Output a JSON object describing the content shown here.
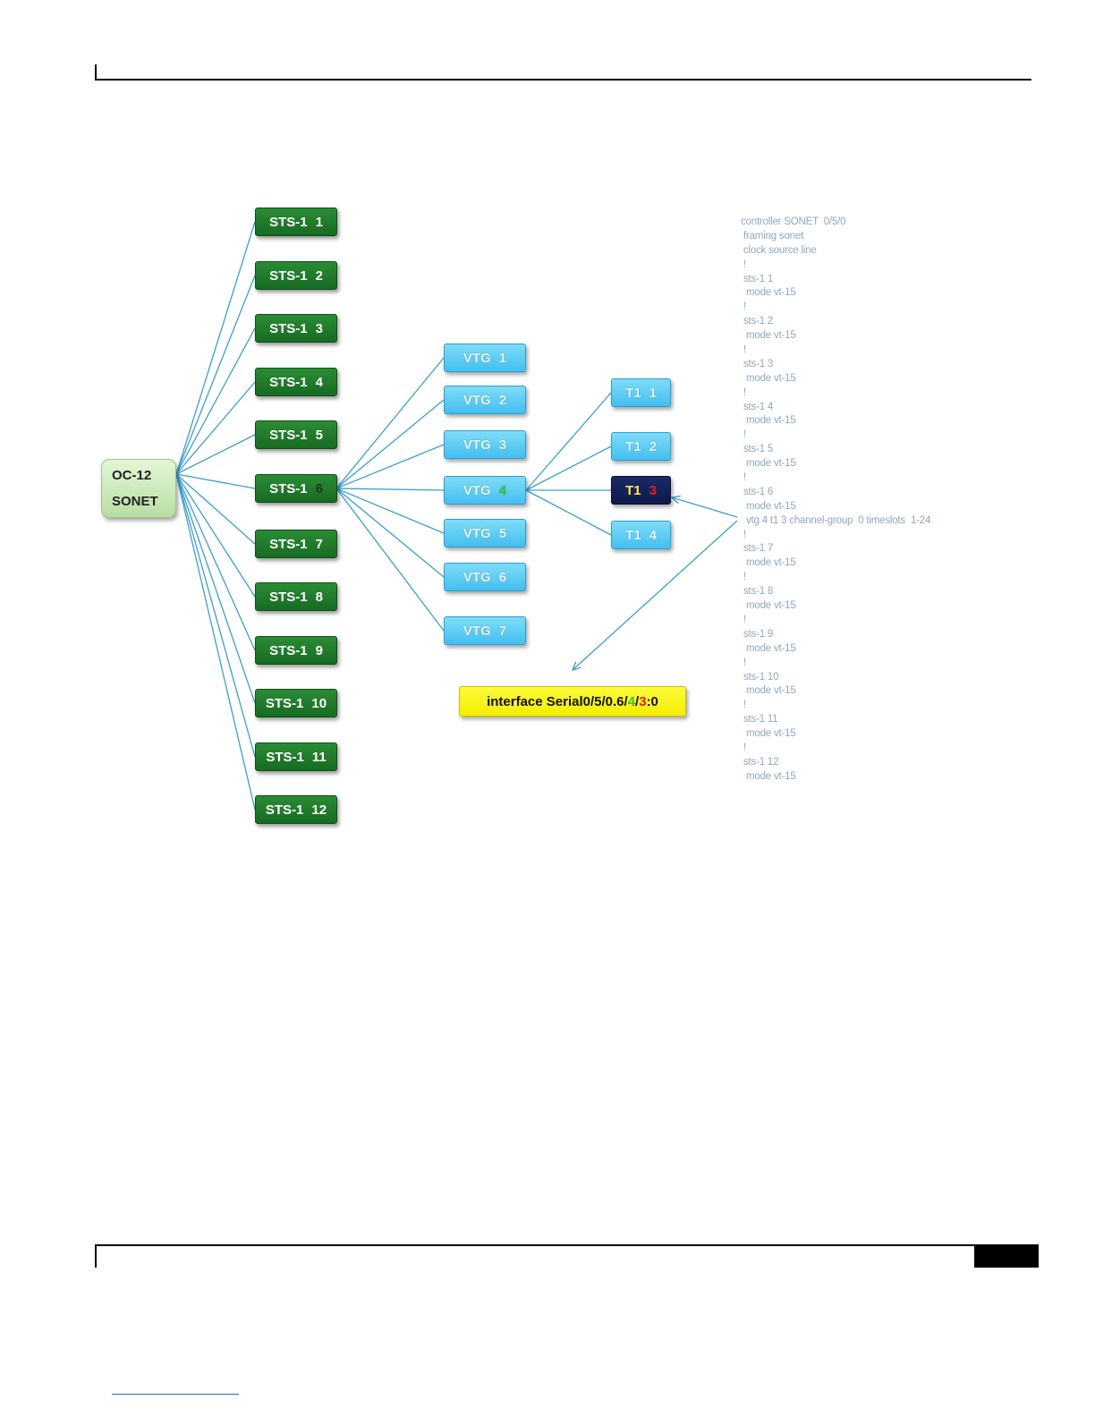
{
  "diagram": {
    "root": {
      "line1": "OC-12",
      "line2": "SONET"
    },
    "sts": [
      {
        "label": "STS-1",
        "num": "1"
      },
      {
        "label": "STS-1",
        "num": "2"
      },
      {
        "label": "STS-1",
        "num": "3"
      },
      {
        "label": "STS-1",
        "num": "4"
      },
      {
        "label": "STS-1",
        "num": "5"
      },
      {
        "label": "STS-1",
        "num": "6"
      },
      {
        "label": "STS-1",
        "num": "7"
      },
      {
        "label": "STS-1",
        "num": "8"
      },
      {
        "label": "STS-1",
        "num": "9"
      },
      {
        "label": "STS-1",
        "num": "10"
      },
      {
        "label": "STS-1",
        "num": "11"
      },
      {
        "label": "STS-1",
        "num": "12"
      }
    ],
    "vtg": [
      {
        "label": "VTG",
        "num": "1"
      },
      {
        "label": "VTG",
        "num": "2"
      },
      {
        "label": "VTG",
        "num": "3"
      },
      {
        "label": "VTG",
        "num": "4"
      },
      {
        "label": "VTG",
        "num": "5"
      },
      {
        "label": "VTG",
        "num": "6"
      },
      {
        "label": "VTG",
        "num": "7"
      }
    ],
    "t1": [
      {
        "label": "T1",
        "num": "1"
      },
      {
        "label": "T1",
        "num": "2"
      },
      {
        "label": "T1",
        "num": "3"
      },
      {
        "label": "T1",
        "num": "4"
      }
    ],
    "interface": {
      "prefix": "interface Serial0/5/0.6/",
      "vtg_part": "4",
      "sep": "/",
      "t1_part": "3",
      "suffix": ":0"
    },
    "colors": {
      "link": "#3d9fc9",
      "sts_highlight_num": "#1d3b18",
      "vtg_highlight_num": "#39c43a",
      "t1_highlight_num": "#e0202a",
      "iface_vtg": "#39c43a",
      "iface_t1": "#e0202a"
    }
  },
  "config_lines": [
    "controller SONET  0/5/0",
    " framing sonet",
    " clock source line",
    " !",
    " sts-1 1",
    "  mode vt-15",
    " !",
    " sts-1 2",
    "  mode vt-15",
    " !",
    " sts-1 3",
    "  mode vt-15",
    " !",
    " sts-1 4",
    "  mode vt-15",
    " !",
    " sts-1 5",
    "  mode vt-15",
    " !",
    " sts-1 6",
    "  mode vt-15",
    "  vtg 4 t1 3 channel-group  0 timeslots  1-24",
    " !",
    " sts-1 7",
    "  mode vt-15",
    " !",
    " sts-1 8",
    "  mode vt-15",
    " !",
    " sts-1 9",
    "  mode vt-15",
    " !",
    " sts-1 10",
    "  mode vt-15",
    " !",
    " sts-1 11",
    "  mode vt-15",
    " !",
    " sts-1 12",
    "  mode vt-15"
  ]
}
